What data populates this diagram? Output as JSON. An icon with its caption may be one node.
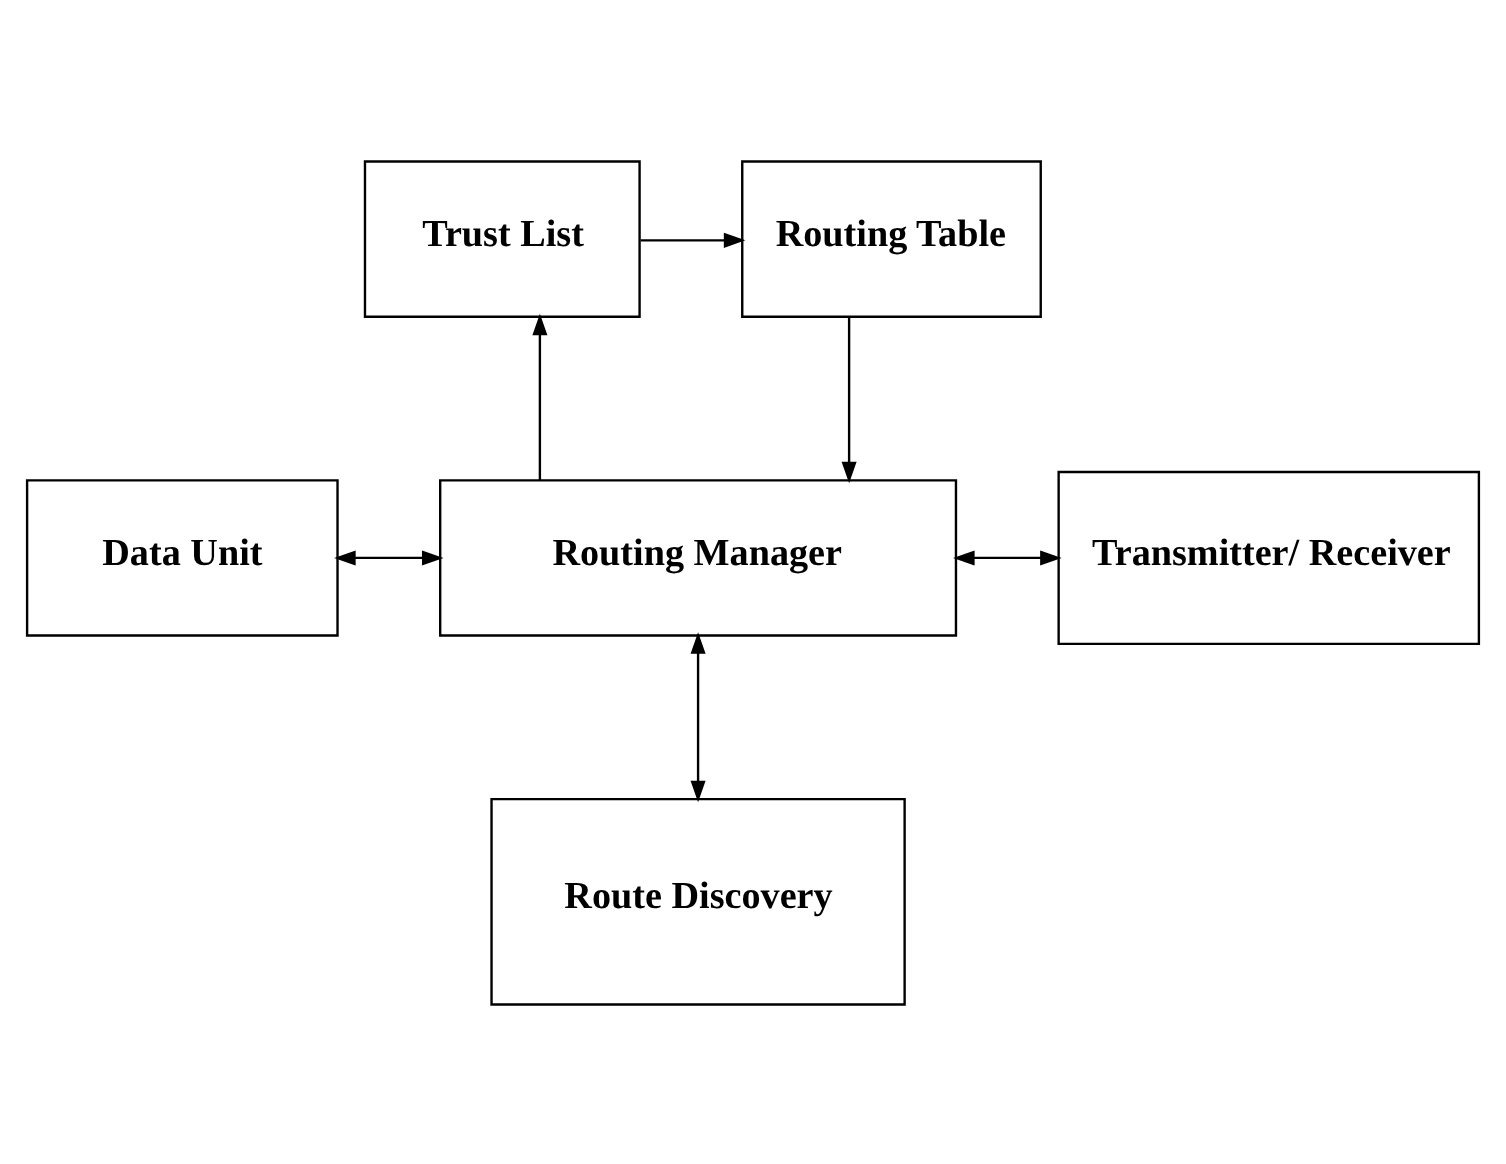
{
  "diagram": {
    "nodes": [
      {
        "text": [
          "Trust List"
        ]
      },
      {
        "text": [
          "Routing Table"
        ]
      },
      {
        "text": [
          "Data Unit"
        ]
      },
      {
        "text": [
          "Routing Manager"
        ]
      },
      {
        "text": [
          "Transmitter/ Receiver"
        ]
      },
      {
        "text": [
          "Route Discovery"
        ]
      }
    ],
    "edges": [
      {
        "from": 3,
        "to": 0,
        "arrow": "to"
      },
      {
        "from": 0,
        "to": 1,
        "arrow": "to"
      },
      {
        "from": 1,
        "to": 3,
        "arrow": "to"
      },
      {
        "from": 2,
        "to": 3,
        "arrow": "both"
      },
      {
        "from": 3,
        "to": 4,
        "arrow": "both"
      },
      {
        "from": 3,
        "to": 5,
        "arrow": "both"
      }
    ]
  }
}
